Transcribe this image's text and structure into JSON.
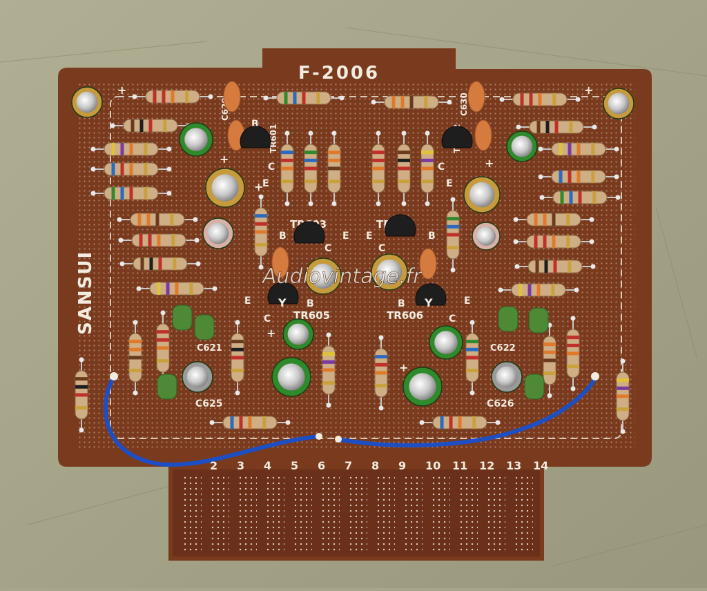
{
  "photo": {
    "board_code": "F-2006",
    "brand": "SANSUI",
    "watermark": "Audiovintage.fr",
    "edge_numbers": [
      "2",
      "3",
      "4",
      "5",
      "6",
      "7",
      "8",
      "9",
      "10",
      "11",
      "12",
      "13",
      "14"
    ],
    "silkscreen": {
      "tr603": "TR603",
      "tr604": "TR604",
      "tr605": "TR605",
      "tr606": "TR606",
      "tr601": "TR601",
      "tr602": "TR602",
      "c630": "C630",
      "c629": "C629",
      "c621": "C621",
      "c622": "C622",
      "c625": "C625",
      "c626": "C626",
      "pin_b": "B",
      "pin_c": "C",
      "pin_e": "E",
      "mark_y": "Y",
      "plus": "+"
    }
  },
  "colors": {
    "surface": "#a8a68a",
    "pcb": "#7a3a1e",
    "pcb_dark": "#5e2a14",
    "silk": "#f2ece0",
    "wire": "#1d4fc4",
    "resistor_body": "#cfae86",
    "cap_green": "#2f8a2c",
    "cap_gold": "#c79a3c",
    "cap_orange": "#d67b3e",
    "transistor": "#1e1e1e"
  }
}
